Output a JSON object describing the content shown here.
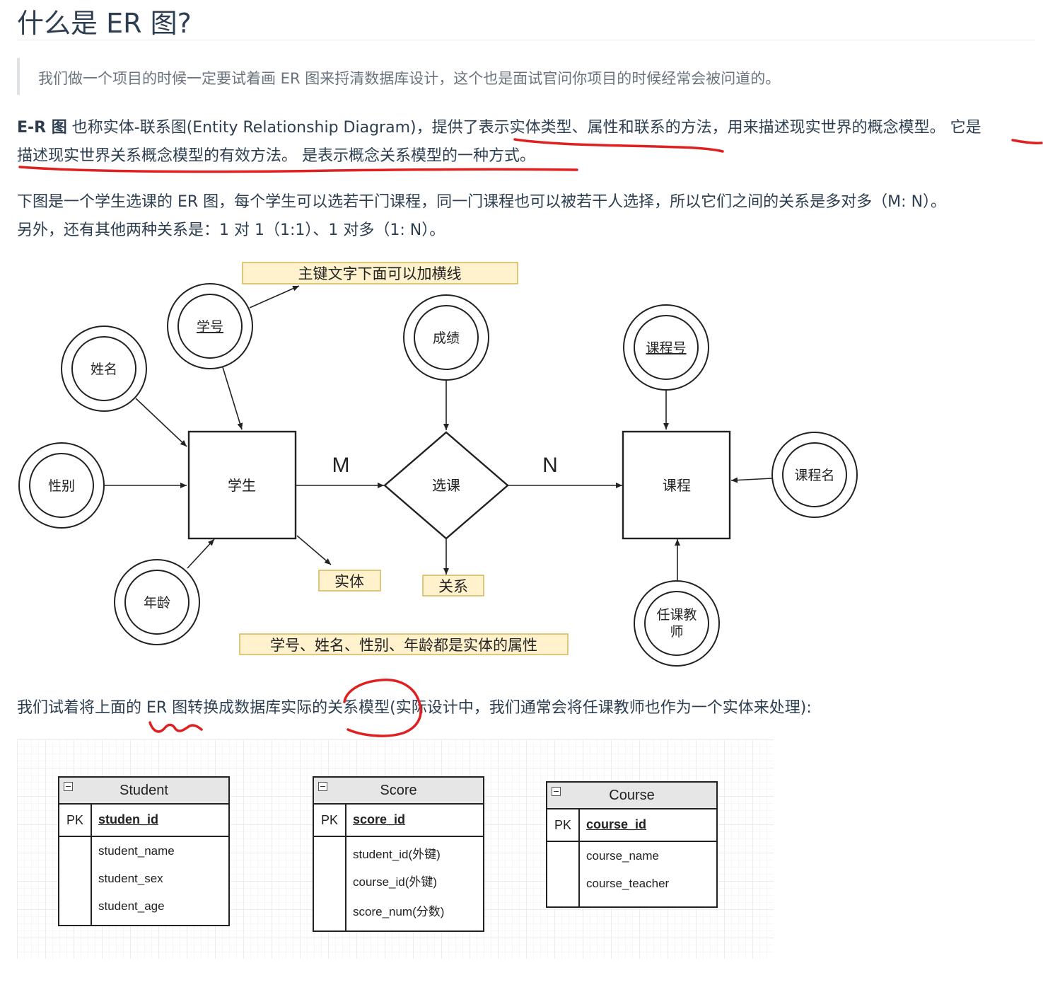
{
  "title": "什么是 ER 图?",
  "quote": "我们做一个项目的时候一定要试着画 ER 图来捋清数据库设计，这个也是面试官问你项目的时候经常会被问道的。",
  "para1": {
    "bold": "E-R 图",
    "line1_rest": " 也称实体-联系图(Entity Relationship Diagram)，提供了表示实体类型、属性和联系的方法，用来描述现实世界的概念模型。 它是",
    "line2": "描述现实世界关系概念模型的有效方法。 是表示概念关系模型的一种方式。"
  },
  "para2": {
    "line1": "下图是一个学生选课的 ER 图，每个学生可以选若干门课程，同一门课程也可以被若干人选择，所以它们之间的关系是多对多（M: N）。",
    "line2": "另外，还有其他两种关系是：1 对 1（1:1）、1 对多（1: N）。"
  },
  "er": {
    "entities": {
      "student": "学生",
      "course": "课程"
    },
    "relation": "选课",
    "card_m": "M",
    "card_n": "N",
    "attrs": {
      "student_no": "学号",
      "name": "姓名",
      "gender": "性别",
      "age": "年龄",
      "grade": "成绩",
      "course_no": "课程号",
      "course_name": "课程名",
      "teacher_line1": "任课教",
      "teacher_line2": "师"
    },
    "notes": {
      "pk_underline": "主键文字下面可以加横线",
      "entity": "实体",
      "relation": "关系",
      "attributes": "学号、姓名、性别、年龄都是实体的属性"
    }
  },
  "para3": "我们试着将上面的 ER 图转换成数据库实际的关系模型(实际设计中，我们通常会将任课教师也作为一个实体来处理):",
  "tables": [
    {
      "name": "Student",
      "pk_label": "PK",
      "pk": "studen_id",
      "fields": [
        "student_name",
        "student_sex",
        "student_age"
      ]
    },
    {
      "name": "Score",
      "pk_label": "PK",
      "pk": "score_id",
      "fields": [
        "student_id(外键)",
        "course_id(外键)",
        "score_num(分数)"
      ]
    },
    {
      "name": "Course",
      "pk_label": "PK",
      "pk": "course_id",
      "fields": [
        "course_name",
        "course_teacher"
      ]
    }
  ],
  "colors": {
    "note_fill": "#fff2cc",
    "note_stroke": "#d6b656",
    "annotation": "#e02020"
  }
}
